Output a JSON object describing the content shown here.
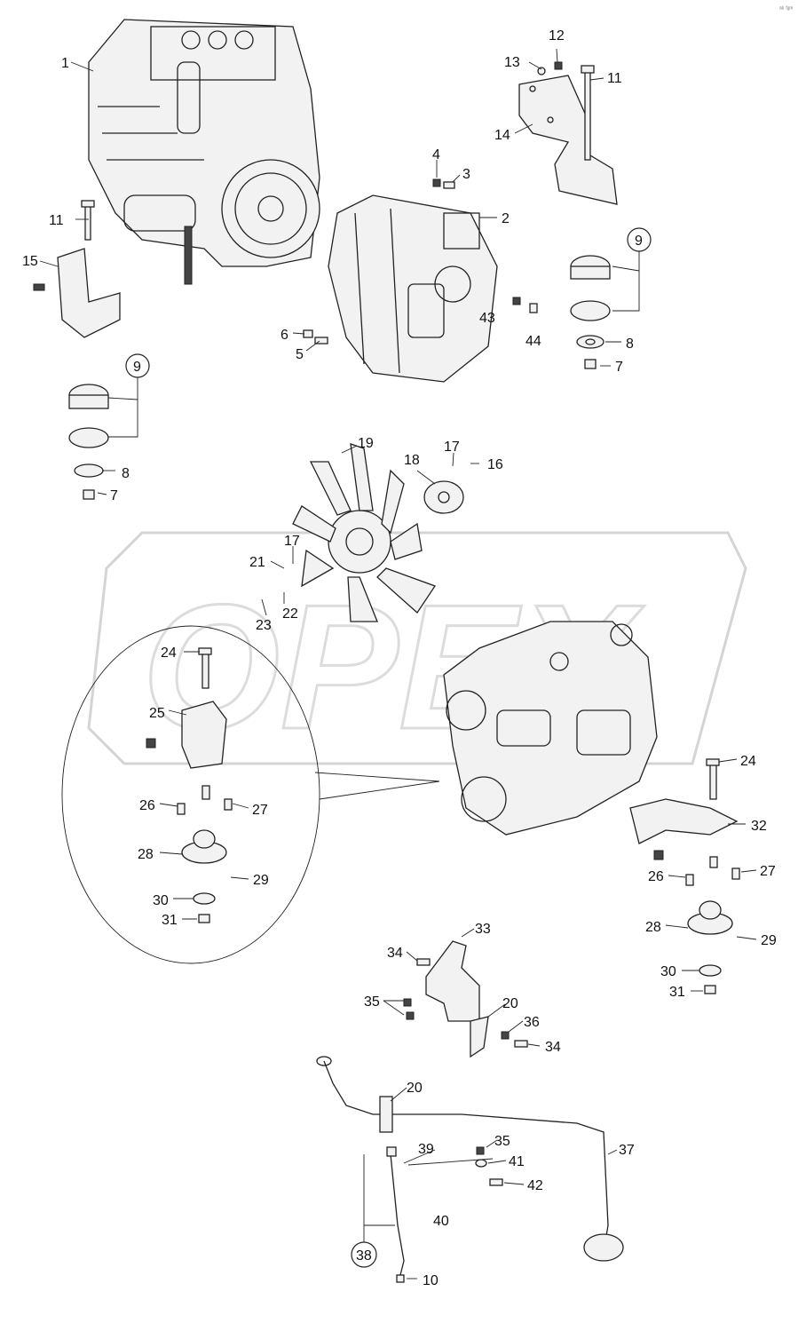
{
  "watermark": "OPEX",
  "corner_mark": "ᵃᵇ ᶠᵍᵐ",
  "callouts": {
    "c1": "1",
    "c2": "2",
    "c3": "3",
    "c4": "4",
    "c5": "5",
    "c6": "6",
    "c7a": "7",
    "c7b": "7",
    "c8a": "8",
    "c8b": "8",
    "c9a": "9",
    "c9b": "9",
    "c10": "10",
    "c11a": "11",
    "c11b": "11",
    "c12": "12",
    "c13": "13",
    "c14": "14",
    "c15": "15",
    "c16": "16",
    "c17a": "17",
    "c17b": "17",
    "c18": "18",
    "c19": "19",
    "c20a": "20",
    "c20b": "20",
    "c21": "21",
    "c22": "22",
    "c23": "23",
    "c24a": "24",
    "c24b": "24",
    "c25": "25",
    "c26a": "26",
    "c26b": "26",
    "c27a": "27",
    "c27b": "27",
    "c28a": "28",
    "c28b": "28",
    "c29a": "29",
    "c29b": "29",
    "c30a": "30",
    "c30b": "30",
    "c31a": "31",
    "c31b": "31",
    "c32": "32",
    "c33": "33",
    "c34a": "34",
    "c34b": "34",
    "c35a": "35",
    "c35b": "35",
    "c36": "36",
    "c37": "37",
    "c38": "38",
    "c39": "39",
    "c40": "40",
    "c41": "41",
    "c42": "42",
    "c43": "43",
    "c44": "44"
  }
}
